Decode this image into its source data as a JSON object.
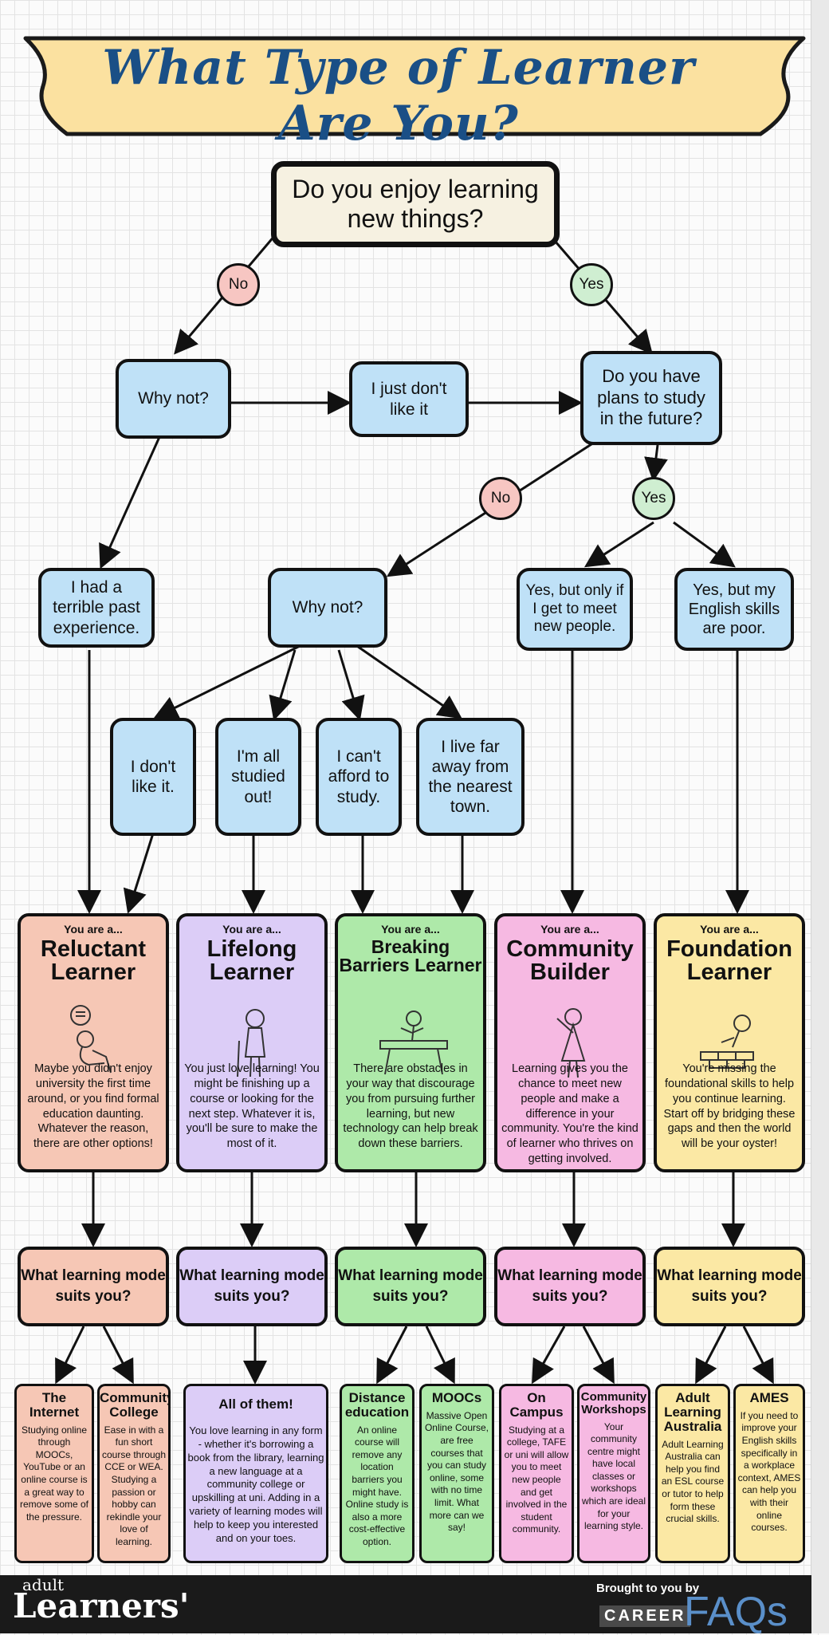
{
  "title": "What Type of Learner Are You?",
  "top_question": "Do you enjoy learning new things?",
  "answers": {
    "no": "No",
    "yes": "Yes"
  },
  "flow": {
    "why_not_1": "Why not?",
    "just_dont_like": "I just don't like it",
    "plans_future": "Do you have plans to study in the future?",
    "terrible_past": "I had a terrible past experience.",
    "why_not_2": "Why not?",
    "meet_people": "Yes, but only if I get to meet new people.",
    "english_poor": "Yes, but my English skills are poor.",
    "dont_like_it": "I don't like it.",
    "all_studied": "I'm all studied out!",
    "cant_afford": "I can't afford to study.",
    "live_far": "I live far away from the nearest town."
  },
  "learners": [
    {
      "pre": "You are a...",
      "name": "Reluctant Learner",
      "desc": "Maybe you didn't enjoy university the first time around, or you find formal education daunting. Whatever the reason, there are other options!",
      "color": "#f6c7b5"
    },
    {
      "pre": "You are a...",
      "name": "Lifelong Learner",
      "desc": "You just love learning! You might be finishing up a course or looking for the next step. Whatever it is, you'll be sure to make the most of it.",
      "color": "#dccdf7"
    },
    {
      "pre": "You are a...",
      "name": "Breaking Barriers Learner",
      "desc": "There are obstacles in your way that discourage you from pursuing further learning, but new technology can help break down these barriers.",
      "color": "#aee9a9"
    },
    {
      "pre": "You are a...",
      "name": "Community Builder",
      "desc": "Learning gives you the chance to meet new people and make a difference in your community. You're the kind of learner who thrives on getting involved.",
      "color": "#f6b9e2"
    },
    {
      "pre": "You are a...",
      "name": "Foundation Learner",
      "desc": "You're missing the foundational skills to help you continue learning. Start off by bridging these gaps and then the world will be your oyster!",
      "color": "#fbe8a4"
    }
  ],
  "mode_question": "What learning mode suits you?",
  "options": [
    {
      "title": "The Internet",
      "desc": "Studying online through MOOCs, YouTube or an online course is a great way to remove some of the pressure."
    },
    {
      "title": "Community College",
      "desc": "Ease in with a fun short course through CCE or WEA. Studying a passion or hobby can rekindle your love of learning."
    },
    {
      "title": "All of them!",
      "desc": "You love learning in any form - whether it's borrowing a book from the library, learning a new language at a community college or upskilling at uni. Adding in a variety of learning modes will help to keep you interested and on your toes."
    },
    {
      "title": "Distance education",
      "desc": "An online course will remove any location barriers you might have. Online study is also a more cost-effective option."
    },
    {
      "title": "MOOCs",
      "desc": "Massive Open Online Course, are free courses that you can study online, some with no time limit. What more can we say!"
    },
    {
      "title": "On Campus",
      "desc": "Studying at a college, TAFE or uni will allow you to meet new people and get involved in the student community."
    },
    {
      "title": "Community Workshops",
      "desc": "Your community centre might have local classes or workshops which are ideal for your learning style."
    },
    {
      "title": "Adult Learning Australia",
      "desc": "Adult Learning Australia can help you find an ESL course or tutor to help form these crucial skills."
    },
    {
      "title": "AMES",
      "desc": "If you need to improve your English skills specifically in a workplace context, AMES can help you with their online courses."
    }
  ],
  "footer": {
    "logo_small": "adult",
    "logo_big": "Learners'",
    "brought": "Brought to you by",
    "career": "CAREER",
    "faqs": "FAQs"
  }
}
